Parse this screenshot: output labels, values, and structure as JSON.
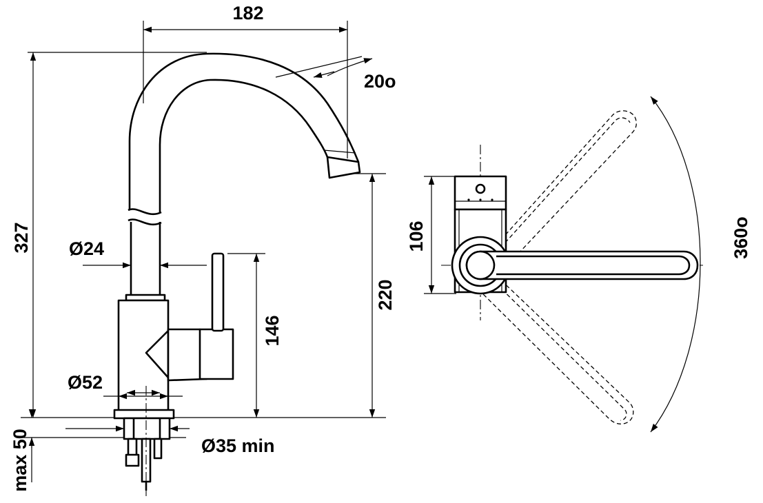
{
  "diagram": {
    "side_view": {
      "dim_width_spout": "182",
      "dim_spout_angle": "20o",
      "dim_total_height": "327",
      "dim_spout_height": "220",
      "dim_lever_height": "146",
      "dim_pipe_diameter": "Ø24",
      "dim_base_diameter": "Ø52",
      "dim_hole_diameter": "Ø35 min",
      "dim_max_counter": "max 50"
    },
    "top_view": {
      "dim_depth": "106",
      "dim_rotation": "360o"
    }
  }
}
